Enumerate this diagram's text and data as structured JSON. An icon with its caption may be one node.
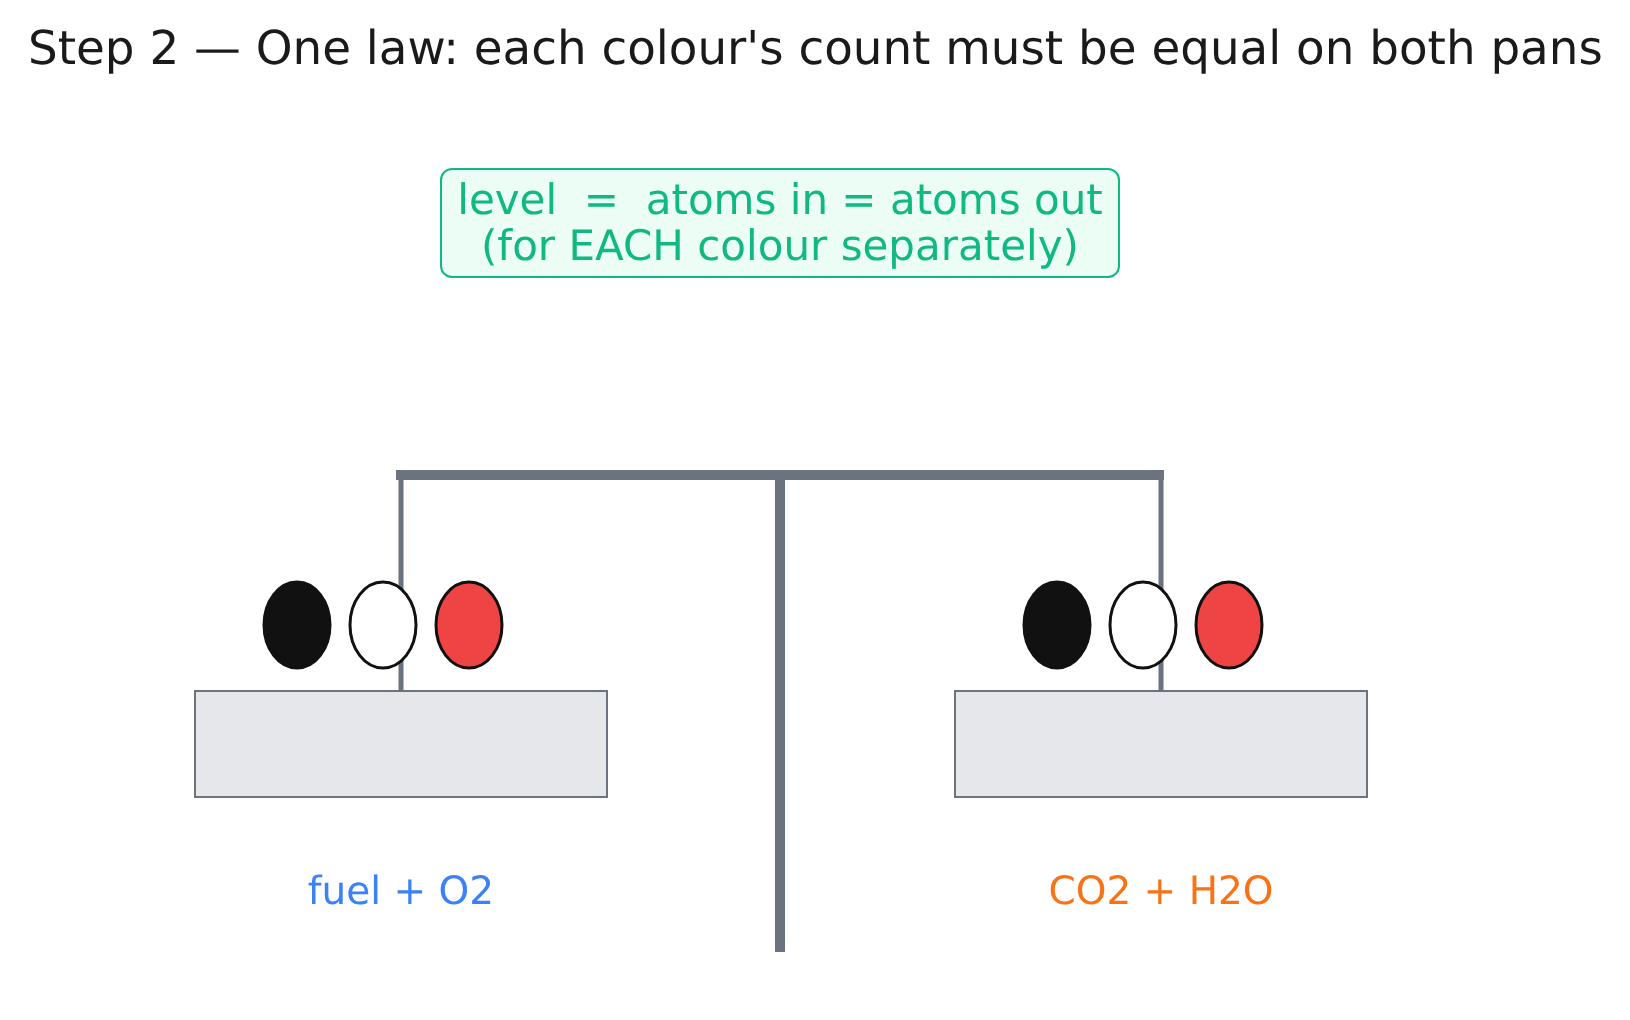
{
  "diagram": {
    "title": "Step 2 — One law: each colour's count must be equal on both pans",
    "nodes": [
      {
        "text": [
          "level  =  atoms in = atoms out",
          "(for EACH colour separately)"
        ]
      },
      {
        "text": [],
        "shape": "bar"
      },
      {
        "text": [],
        "shape": "box",
        "beside": [
          "fuel + O2"
        ]
      },
      {
        "text": [],
        "shape": "box",
        "beside": [
          "CO2 + H2O"
        ]
      }
    ],
    "edges": [
      {
        "from": 1,
        "to": 2,
        "arrow": "none"
      },
      {
        "from": 1,
        "to": 3,
        "arrow": "none"
      }
    ]
  }
}
